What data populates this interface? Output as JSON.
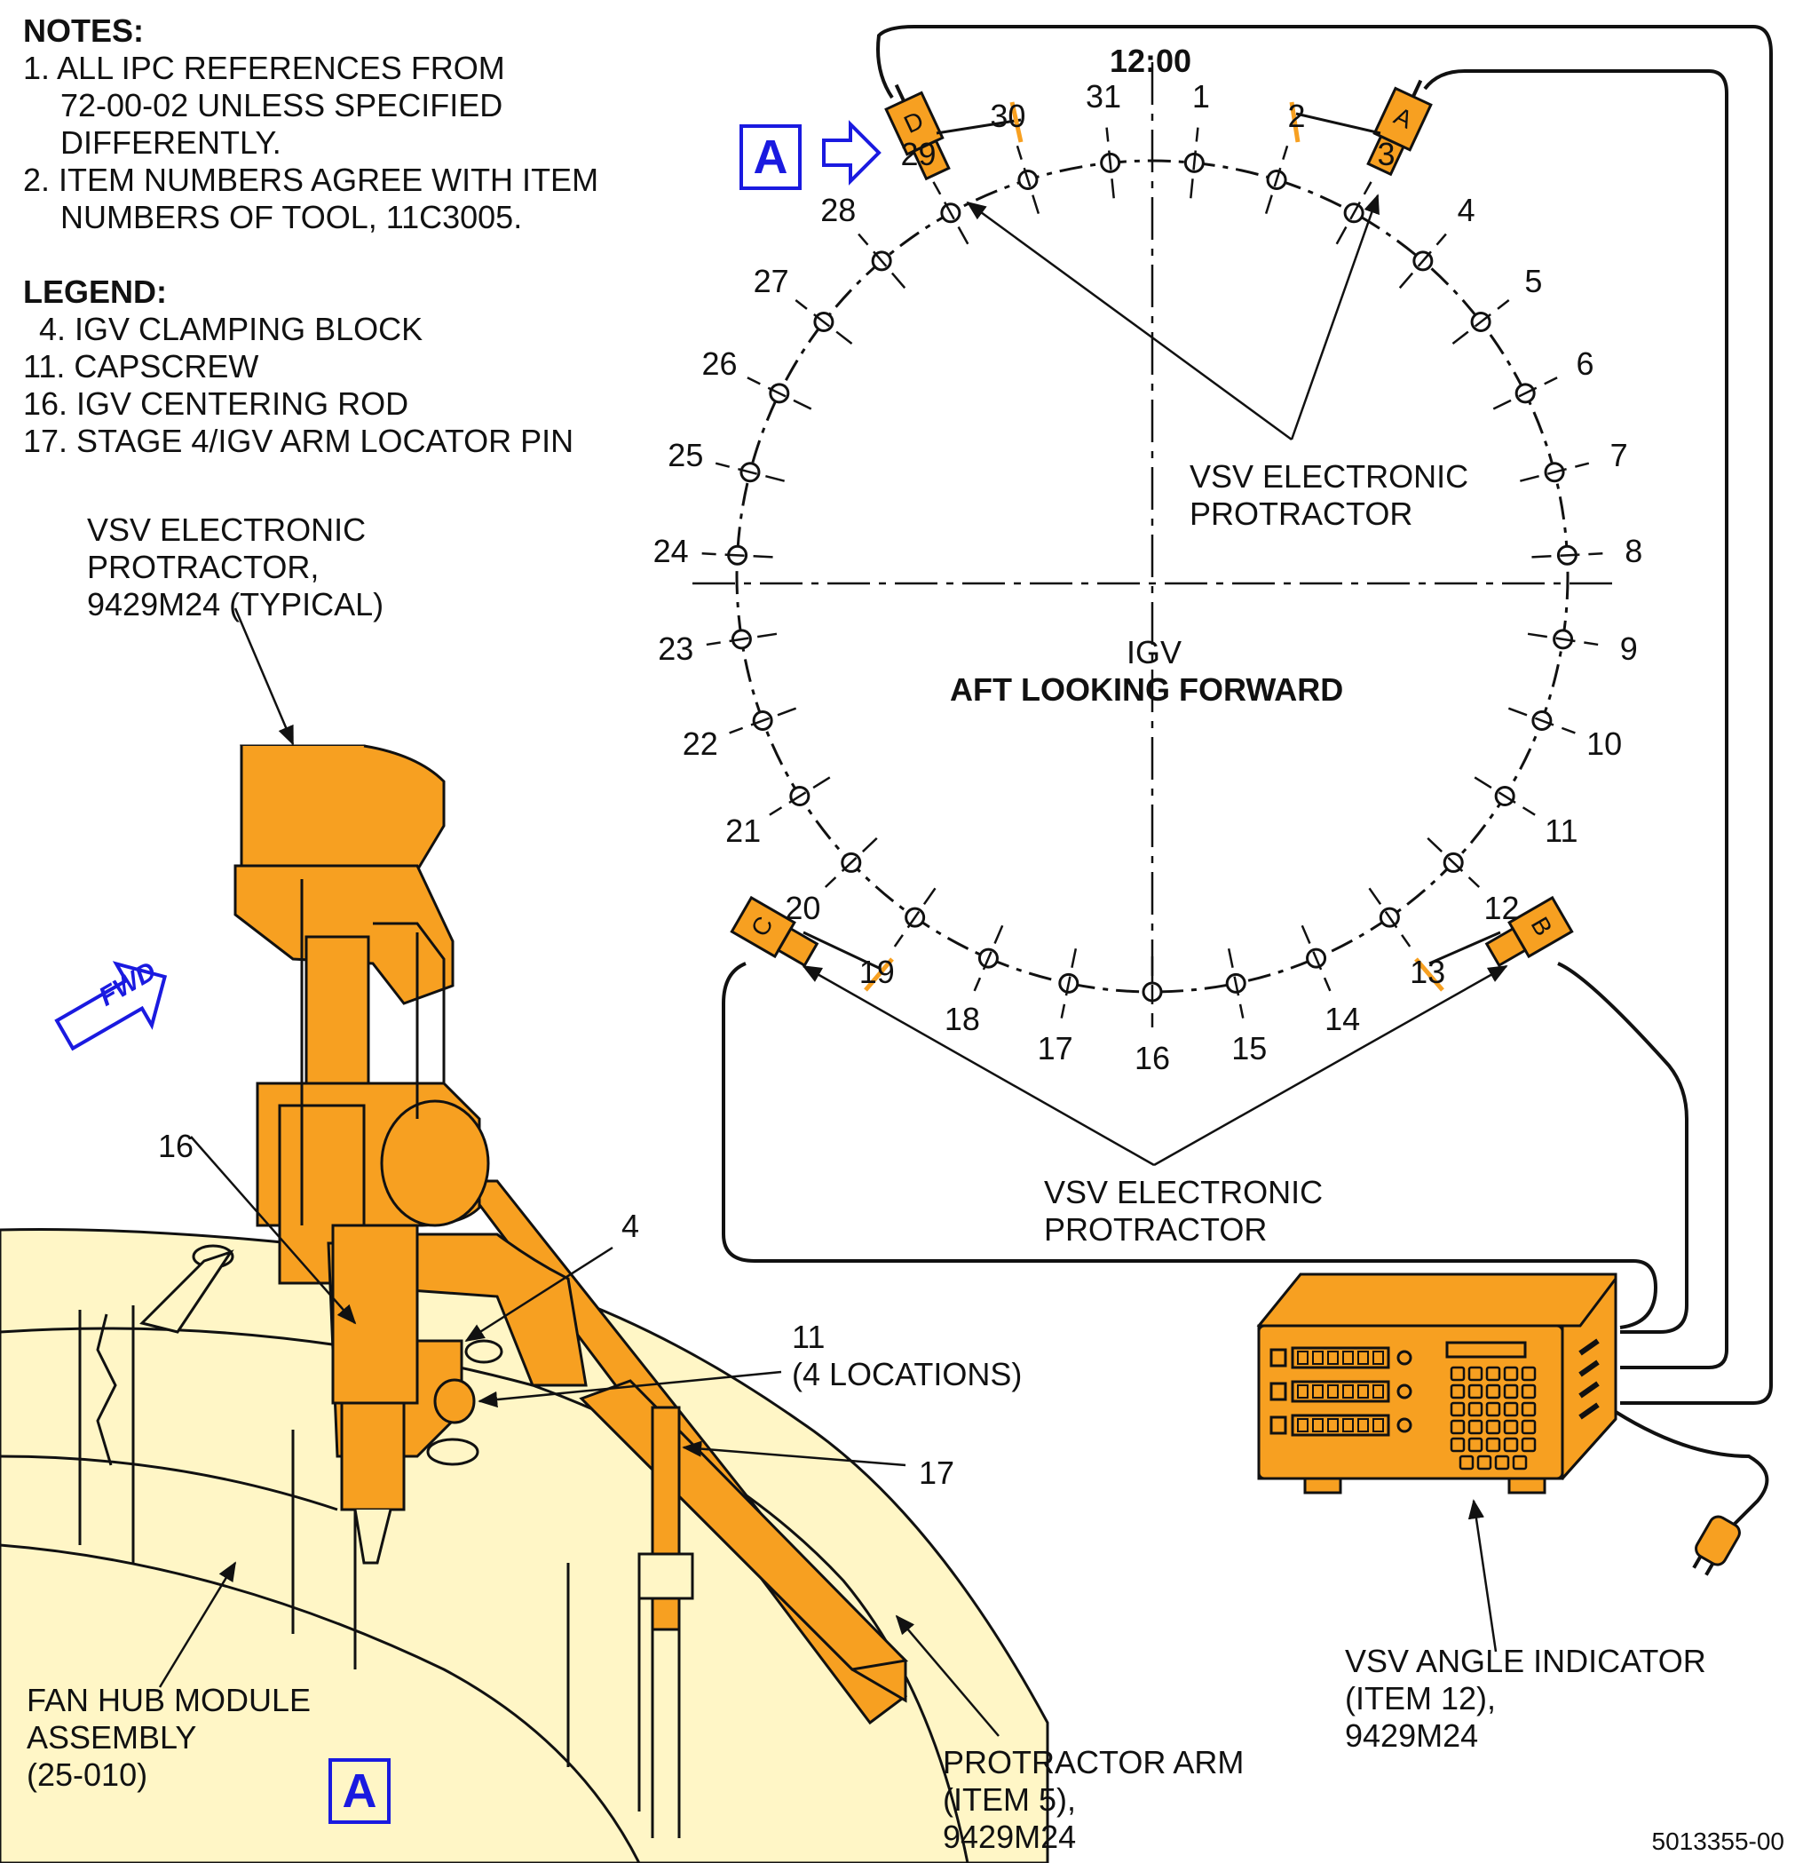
{
  "notes": {
    "title": "NOTES:",
    "lines": [
      "1. ALL IPC REFERENCES FROM",
      "72-00-02 UNLESS SPECIFIED",
      "DIFFERENTLY.",
      "2. ITEM NUMBERS AGREE WITH ITEM",
      "NUMBERS OF TOOL, 11C3005."
    ]
  },
  "legend": {
    "title": "LEGEND:",
    "items": [
      "4. IGV CLAMPING BLOCK",
      "11. CAPSCREW",
      "16. IGV CENTERING ROD",
      "17. STAGE 4/IGV ARM LOCATOR PIN"
    ]
  },
  "labels": {
    "protractor_typical": [
      "VSV ELECTRONIC",
      "PROTRACTOR,",
      "9429M24 (TYPICAL)"
    ],
    "protractor_upper": [
      "VSV ELECTRONIC",
      "PROTRACTOR"
    ],
    "protractor_lower": [
      "VSV ELECTRONIC",
      "PROTRACTOR"
    ],
    "center_igv": "IGV",
    "center_view": "AFT LOOKING FORWARD",
    "clock": "12:00",
    "capscrew": [
      "11",
      "(4 LOCATIONS)"
    ],
    "item4": "4",
    "item16": "16",
    "item17": "17",
    "fan_hub": [
      "FAN HUB MODULE",
      "ASSEMBLY",
      "(25-010)"
    ],
    "protractor_arm": [
      "PROTRACTOR ARM",
      "(ITEM 5),",
      "9429M24"
    ],
    "angle_indicator": [
      "VSV ANGLE INDICATOR",
      "(ITEM 12),",
      "9429M24"
    ],
    "fwd": "FWD",
    "view_a": "A",
    "doc_number": "5013355-00",
    "probe_letters": [
      "D",
      "A",
      "C",
      "B"
    ]
  },
  "positions": [
    "1",
    "2",
    "3",
    "4",
    "5",
    "6",
    "7",
    "8",
    "9",
    "10",
    "11",
    "12",
    "13",
    "14",
    "15",
    "16",
    "17",
    "18",
    "19",
    "20",
    "21",
    "22",
    "23",
    "24",
    "25",
    "26",
    "27",
    "28",
    "29",
    "30",
    "31"
  ],
  "colors": {
    "tool": "#F7A021",
    "tool_dark": "#1a1a1a",
    "hub": "#FFF6C6",
    "accent": "#1a1ae0"
  }
}
